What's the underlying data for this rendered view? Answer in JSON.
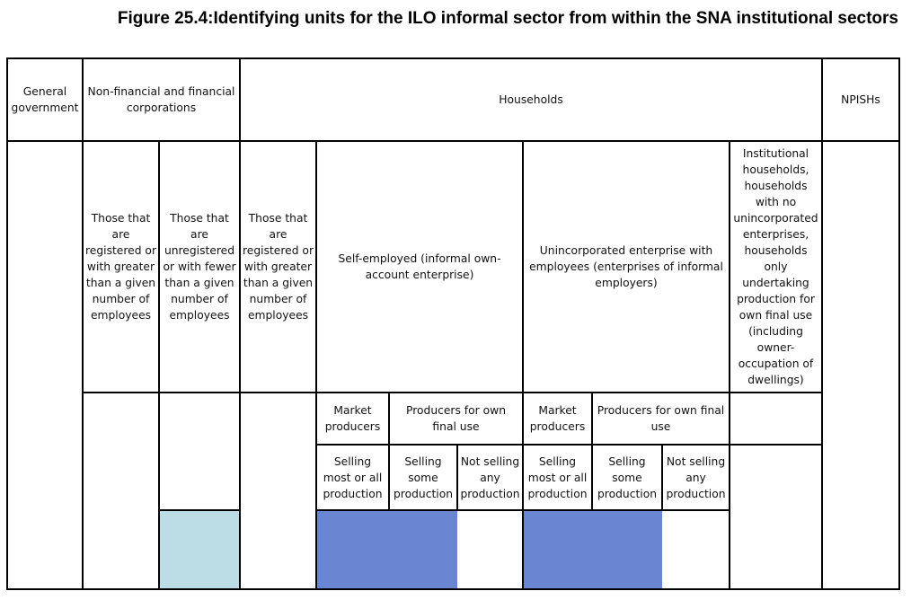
{
  "title": "Figure 25.4:Identifying units for the ILO informal sector from within the SNA institutional sectors",
  "header": {
    "general_government": "General government",
    "corporations": "Non-financial and financial corporations",
    "households": "Households",
    "npishs": "NPISHs"
  },
  "level2": {
    "corp_registered": "Those that are registered or with greater than a given number of employees",
    "corp_unregistered": "Those that are unregistered or with fewer than a given number of employees",
    "hh_registered": "Those that are registered or with greater than a given number of employees",
    "self_employed": "Self-employed (informal own-account enterprise)",
    "unincorporated": "Unincorporated enterprise with employees (enterprises of informal employers)",
    "institutional": "Institutional households, households with no unincorporated enterprises, households only undertaking production for own final use (including owner-occupation of dwellings)"
  },
  "level3": {
    "se_market": "Market producers",
    "se_own": "Producers for own final use",
    "ue_market": "Market producers",
    "ue_own": "Producers for own final use"
  },
  "level4": {
    "se_selling_most": "Selling most or all production",
    "se_selling_some": "Selling some production",
    "se_not_selling": "Not selling any production",
    "ue_selling_most": "Selling most or all production",
    "ue_selling_some": "Selling some production",
    "ue_not_selling": "Not selling any production"
  },
  "colors": {
    "light_blue": "#bcdce6",
    "blue": "#6a86d2"
  }
}
